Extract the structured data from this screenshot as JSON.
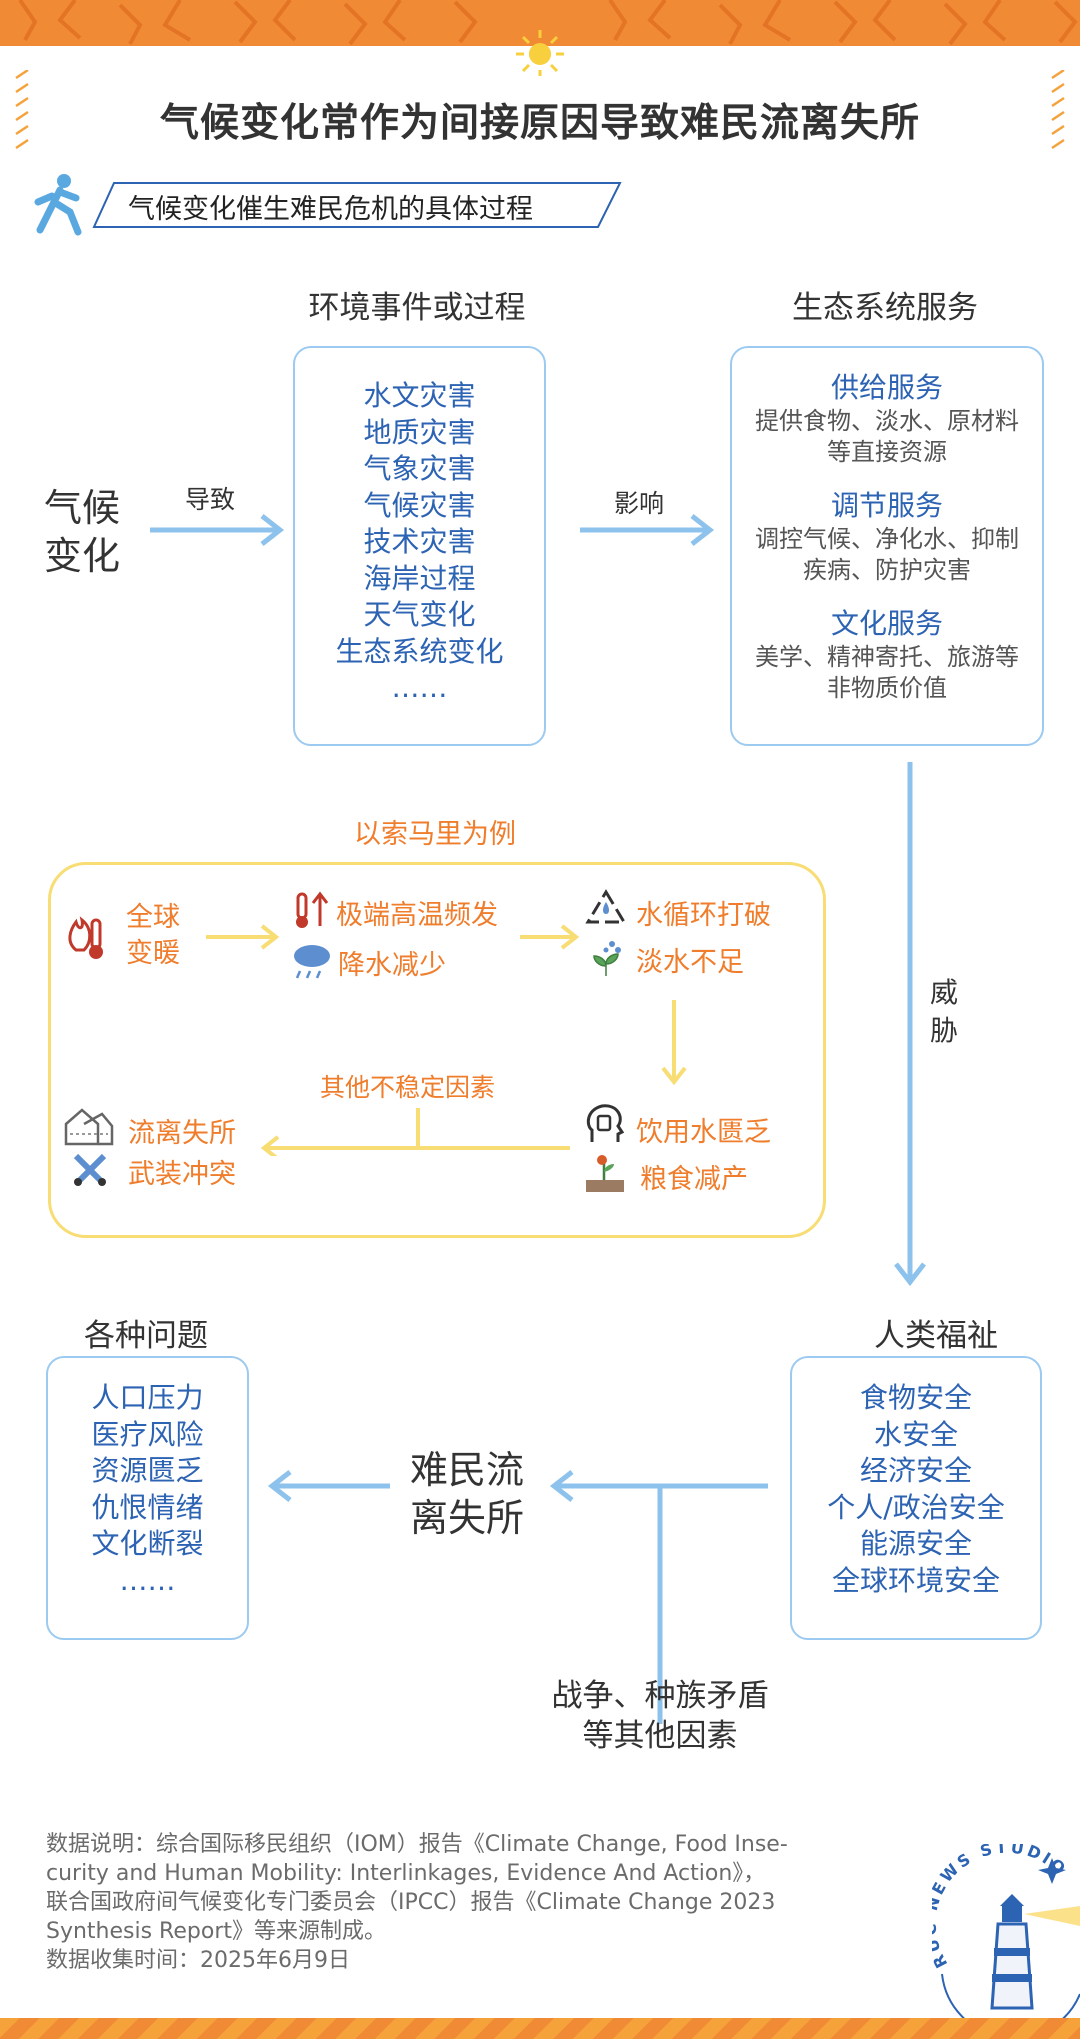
{
  "title": "气候变化常作为间接原因导致难民流离失所",
  "subtitle": "气候变化催生难民危机的具体过程",
  "flow": {
    "start": [
      "气候",
      "变化"
    ],
    "arrow1": "导致",
    "arrow2": "影响",
    "arrow3": [
      "威",
      "胁"
    ],
    "env_header": "环境事件或过程",
    "env_items": [
      "水文灾害",
      "地质灾害",
      "气象灾害",
      "气候灾害",
      "技术灾害",
      "海岸过程",
      "天气变化",
      "生态系统变化",
      "……"
    ],
    "eco_header": "生态系统服务",
    "eco_groups": [
      {
        "title": "供给服务",
        "lines": [
          "提供食物、淡水、原材料",
          "等直接资源"
        ]
      },
      {
        "title": "调节服务",
        "lines": [
          "调控气候、净化水、抑制",
          "疾病、防护灾害"
        ]
      },
      {
        "title": "文化服务",
        "lines": [
          "美学、精神寄托、旅游等",
          "非物质价值"
        ]
      }
    ],
    "welfare_header": "人类福祉",
    "welfare_items": [
      "食物安全",
      "水安全",
      "经济安全",
      "个人/政治安全",
      "能源安全",
      "全球环境安全"
    ],
    "refugee": [
      "难民流",
      "离失所"
    ],
    "other_factors": [
      "战争、种族矛盾",
      "等其他因素"
    ],
    "problems_header": "各种问题",
    "problems_items": [
      "人口压力",
      "医疗风险",
      "资源匮乏",
      "仇恨情绪",
      "文化断裂",
      "……"
    ]
  },
  "somalia": {
    "title": "以索马里为例",
    "warming": [
      "全球",
      "变暖"
    ],
    "heat": "极端高温频发",
    "rain": "降水减少",
    "water_cycle": "水循环打破",
    "fresh_water": "淡水不足",
    "drinking": "饮用水匮乏",
    "food": "粮食减产",
    "instability": "其他不稳定因素",
    "displaced": "流离失所",
    "conflict": "武装冲突"
  },
  "footer": {
    "lines": [
      "数据说明：综合国际移民组织（IOM）报告《Climate Change, Food Inse-",
      "curity and Human Mobility: Interlinkages, Evidence And Action》，",
      "联合国政府间气候变化专门委员会（IPCC）报告《Climate Change 2023",
      "Synthesis Report》等来源制成。",
      "数据收集时间：2025年6月9日"
    ]
  },
  "logo": {
    "text": "RUC NEWS STUDIO"
  },
  "colors": {
    "band": "#f18a35",
    "arrow_blue": "#8dc2ec",
    "box_border": "#9ccaf0",
    "text_blue": "#2d63b3",
    "orange": "#ef7d2c",
    "yellow": "#f8dc74"
  }
}
